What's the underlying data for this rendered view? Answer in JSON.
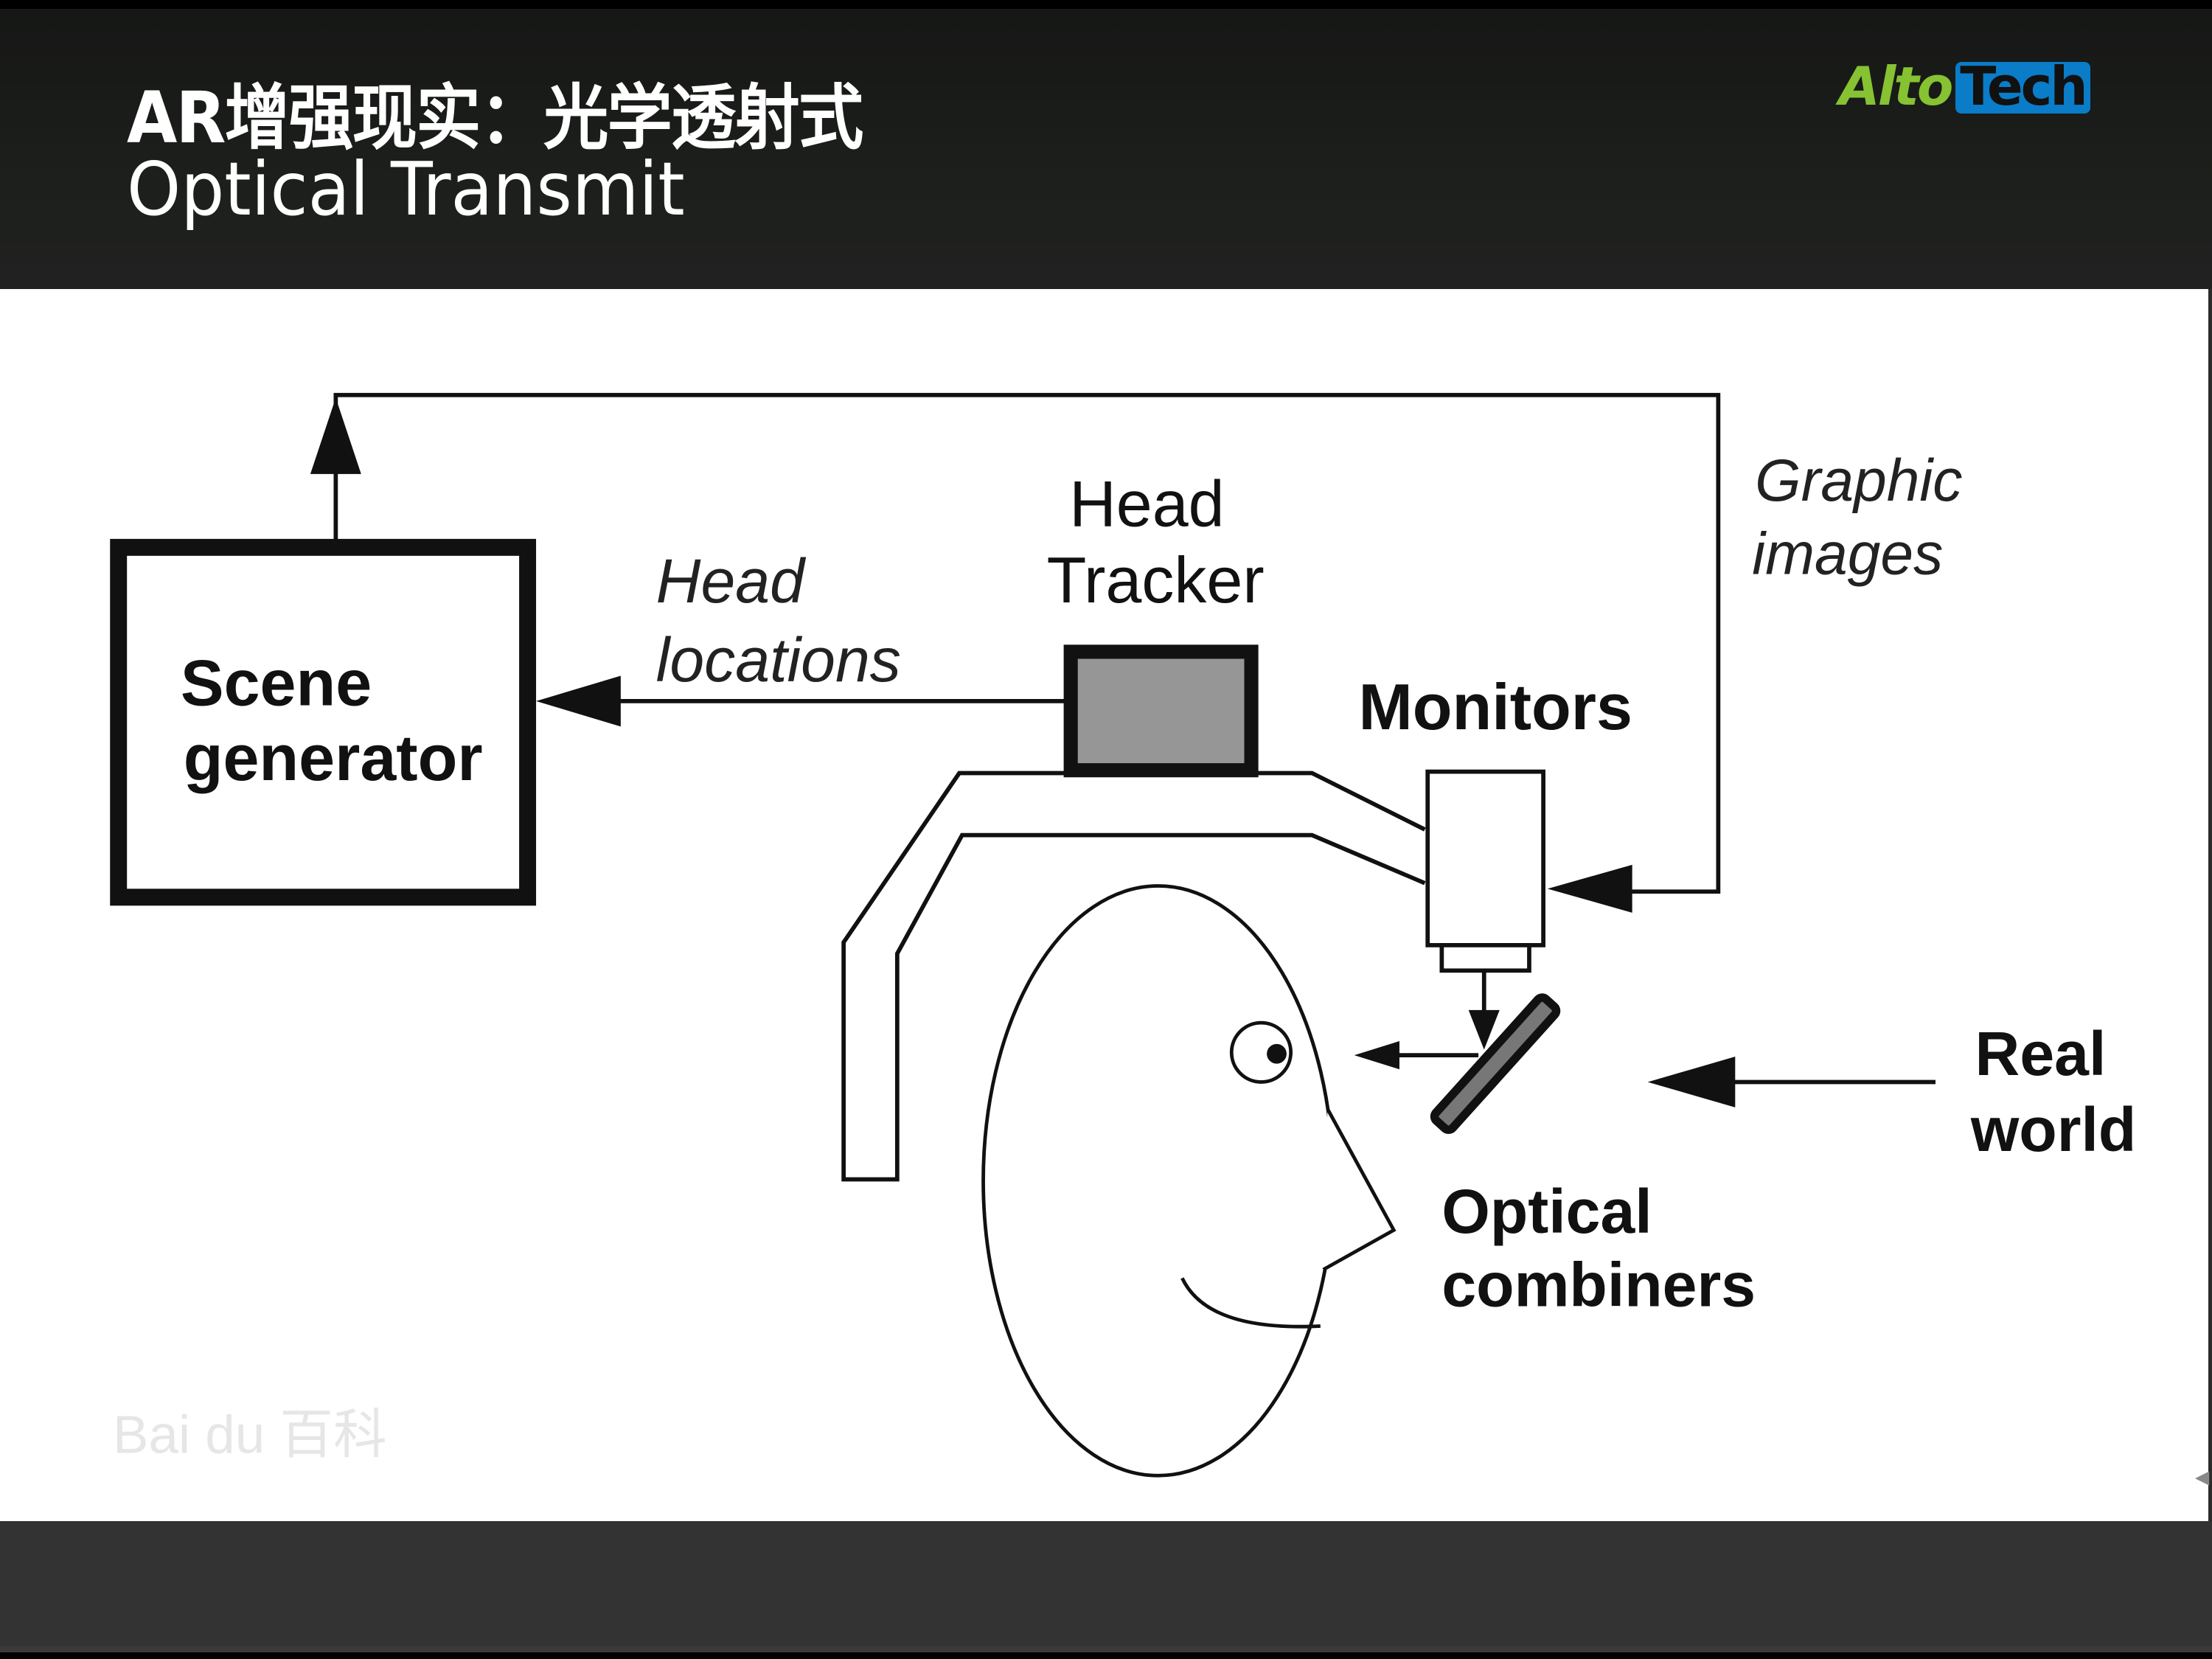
{
  "slide": {
    "title_line1": "AR增强现实：光学透射式",
    "title_line2": "Optical Transmit",
    "logo": {
      "part1": "Alto",
      "part2": "Tech",
      "part1_color": "#86c232",
      "part2_bg": "#0a7cc8"
    }
  },
  "diagram": {
    "scene_generator": [
      "Scene",
      "generator"
    ],
    "head_locations": [
      "Head",
      "locations"
    ],
    "head_tracker": [
      "Head",
      "Tracker"
    ],
    "monitors": "Monitors",
    "graphic_images": [
      "Graphic",
      "images"
    ],
    "real_world": [
      "Real",
      "world"
    ],
    "optical_combiners": [
      "Optical",
      "combiners"
    ],
    "watermark": "Bai du 百科"
  },
  "colors": {
    "header_bg": "#1c1f1b",
    "footer_bg": "#323332",
    "tracker_fill": "#969696",
    "diagram_stroke": "#111111"
  }
}
